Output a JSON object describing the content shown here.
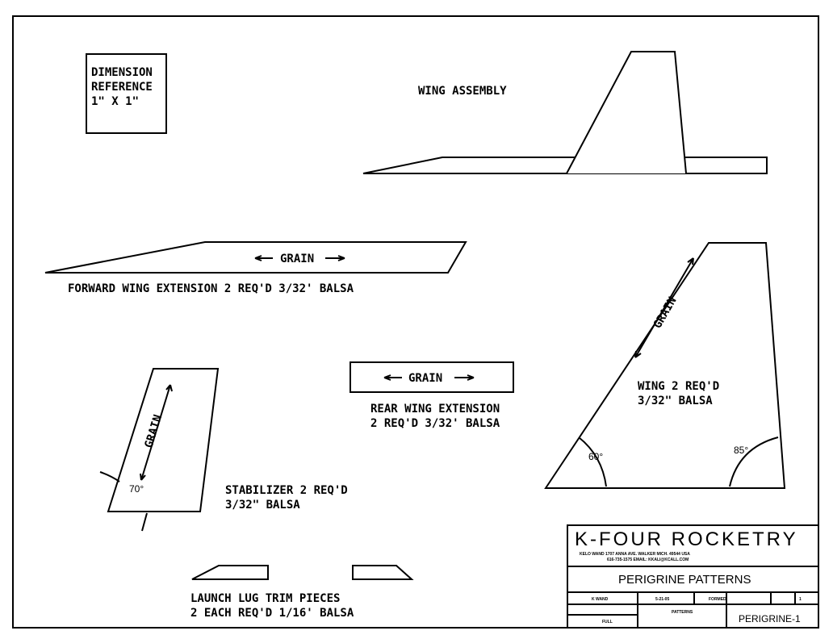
{
  "dimension_reference": [
    "DIMENSION",
    "REFERENCE",
    "1\" X 1\""
  ],
  "wing_assembly_title": "WING ASSEMBLY",
  "forward_extension": {
    "grain": "GRAIN",
    "label": "FORWARD WING EXTENSION 2 REQ'D 3/32' BALSA"
  },
  "rear_extension": {
    "grain": "GRAIN",
    "label_lines": [
      "REAR WING EXTENSION",
      "2 REQ'D 3/32' BALSA"
    ]
  },
  "wing": {
    "grain": "GRAIN",
    "label_lines": [
      "WING 2 REQ'D",
      "3/32\" BALSA"
    ],
    "angle_left": "60°",
    "angle_right": "85°"
  },
  "stabilizer": {
    "grain": "GRAIN",
    "label_lines": [
      "STABILIZER 2 REQ'D",
      "3/32\" BALSA"
    ],
    "angle": "70°"
  },
  "launch_lug": {
    "label_lines": [
      "LAUNCH LUG TRIM PIECES",
      "2 EACH REQ'D 1/16' BALSA"
    ]
  },
  "title_block": {
    "company": "K-FOUR ROCKETRY",
    "address_line1": "KELO WAND  1707 ANNA AVE.  WALKER MICH. 49544   USA",
    "address_line2": "616-735-1575        EMAIL: KKALI@KCALL.COM",
    "drawing_title": "PERIGRINE PATTERNS",
    "row1": [
      "K WAND",
      "5-21-05",
      "FORMED",
      "1"
    ],
    "row2_left": "FULL",
    "row2_mid": "PATTERNS",
    "drawing_number": "PERIGRINE-1"
  }
}
